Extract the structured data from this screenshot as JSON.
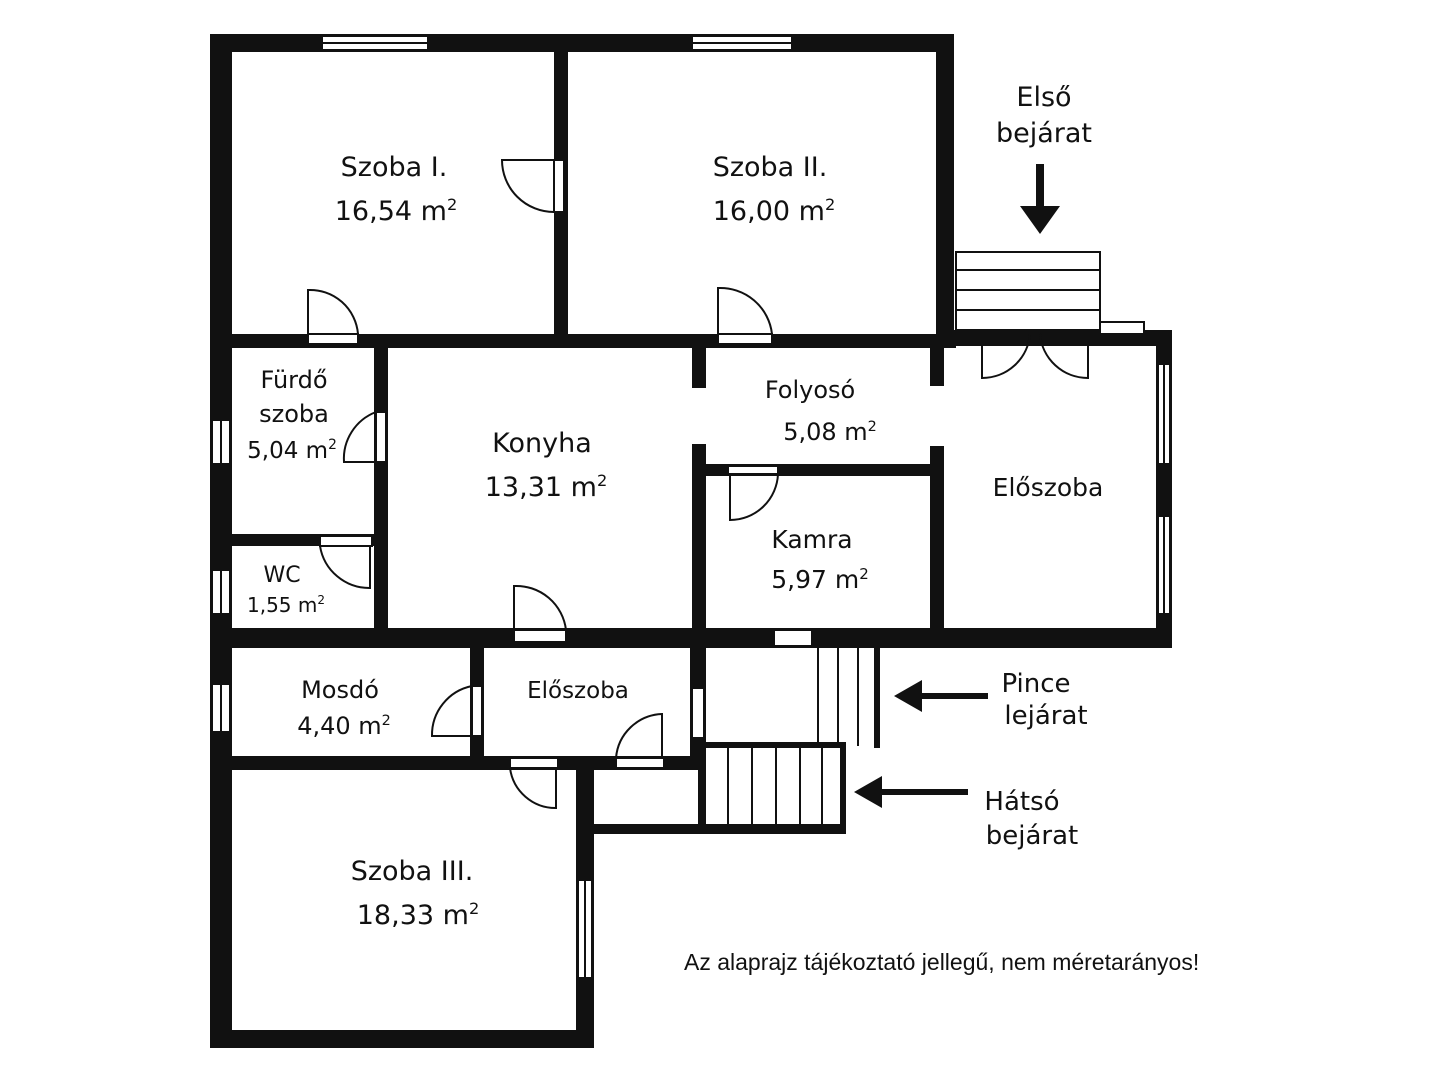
{
  "rooms": {
    "szoba1": {
      "name": "Szoba I.",
      "area": "16,54 m",
      "unit_sup": "2"
    },
    "szoba2": {
      "name": "Szoba II.",
      "area": "16,00 m",
      "unit_sup": "2"
    },
    "furdo": {
      "name_line1": "Fürdő",
      "name_line2": "szoba",
      "area": "5,04 m",
      "unit_sup": "2"
    },
    "konyha": {
      "name": "Konyha",
      "area": "13,31 m",
      "unit_sup": "2"
    },
    "folyoso": {
      "name": "Folyosó",
      "area": "5,08 m",
      "unit_sup": "2"
    },
    "kamra": {
      "name": "Kamra",
      "area": "5,97 m",
      "unit_sup": "2"
    },
    "eloszoba_right": {
      "name": "Előszoba"
    },
    "wc": {
      "name": "WC",
      "area": "1,55 m",
      "unit_sup": "2"
    },
    "mosdo": {
      "name": "Mosdó",
      "area": "4,40 m",
      "unit_sup": "2"
    },
    "eloszoba_mid": {
      "name": "Előszoba"
    },
    "szoba3": {
      "name": "Szoba III.",
      "area": "18,33 m",
      "unit_sup": "2"
    }
  },
  "annotations": {
    "front_entrance": {
      "line1": "Első",
      "line2": "bejárat"
    },
    "cellar": {
      "line1": "Pince",
      "line2": "lejárat"
    },
    "back_entrance": {
      "line1": "Hátsó",
      "line2": "bejárat"
    }
  },
  "note": "Az alaprajz tájékoztató jellegű, nem méretarányos!",
  "colors": {
    "wall": "#111111",
    "background": "#ffffff"
  }
}
